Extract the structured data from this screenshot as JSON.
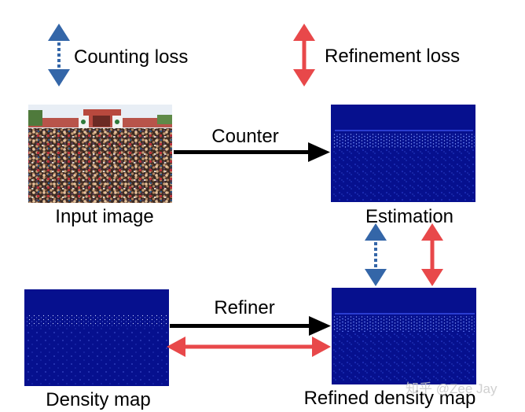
{
  "legend": {
    "counting_loss": "Counting loss",
    "refinement_loss": "Refinement loss"
  },
  "labels": {
    "input_image": "Input image",
    "estimation": "Estimation",
    "density_map": "Density map",
    "refined_density_map": "Refined density map"
  },
  "arrows": {
    "counter": "Counter",
    "refiner": "Refiner"
  },
  "watermark": "知乎 @Zee Jay",
  "colors": {
    "counting_loss": "#3466a8",
    "refinement_loss": "#e8484a",
    "map_background": "#06108e",
    "map_points": "#4a72ff",
    "flow_arrow": "#000000"
  },
  "icons": {
    "counting_loss": "dashed-double-arrow-icon",
    "refinement_loss": "solid-double-arrow-icon"
  }
}
